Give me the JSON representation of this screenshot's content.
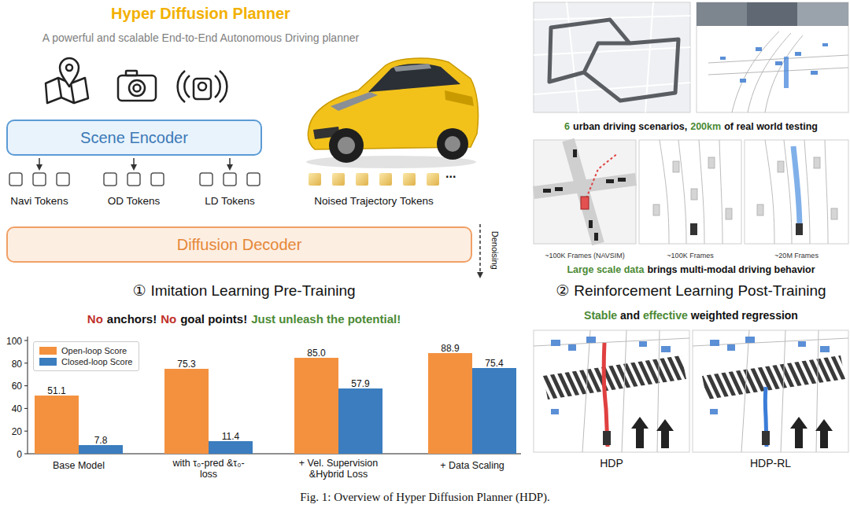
{
  "diagram": {
    "title": "Hyper Diffusion Planner",
    "caption": "Fig. 1: Overview of Hyper Diffusion Planner (HDP).",
    "nodes": [
      {
        "text": [
          "Scene Encoder"
        ]
      },
      {
        "text": [
          "Diffusion Decoder"
        ]
      }
    ],
    "labels": [
      "A powerful and scalable End-to-End Autonomous Driving planner",
      "Navi Tokens",
      "OD Tokens",
      "LD Tokens",
      "Noised Trajectory Tokens",
      "...",
      "Denoising",
      "①",
      "Imitation Learning Pre-Training",
      "No",
      "anchors!",
      "No",
      "goal points!",
      "Just unleash the potential!",
      "100",
      "80",
      "60",
      "40",
      "20",
      "0",
      "51.1",
      "7.8",
      "75.3",
      "11.4",
      "85.0",
      "57.9",
      "88.9",
      "75.4",
      "Base Model",
      "with τ₀-pred &τ₀-loss",
      "+ Vel. Supervision &Hybrid Loss",
      "+ Data Scaling",
      "6",
      "urban driving scenarios,",
      "200km",
      "of real world testing",
      "~100K Frames (NAVSIM)",
      "~100K Frames",
      "~20M Frames",
      "Large scale data",
      "brings multi-modal driving behavior",
      "②",
      "Reinforcement Learning Post-Training",
      "Stable",
      "and",
      "effective",
      "weighted regression",
      "HDP",
      "HDP-RL"
    ],
    "legend": [
      {
        "text": "Open-loop Score",
        "color": "#f4913f"
      },
      {
        "text": "Closed-loop Score",
        "color": "#3b7dbf"
      }
    ]
  }
}
